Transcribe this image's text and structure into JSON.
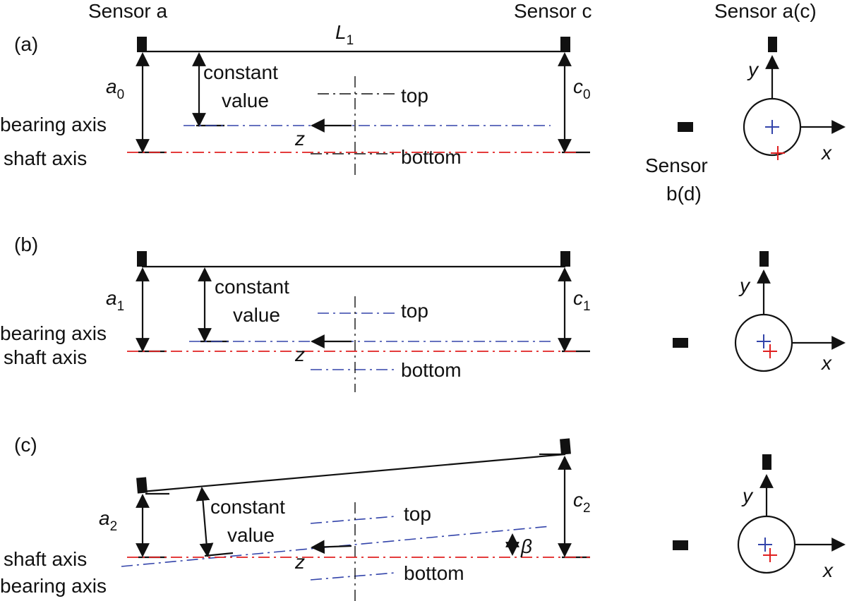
{
  "header": {
    "sensor_a": "Sensor a",
    "sensor_c": "Sensor c",
    "sensor_ac": "Sensor a(c)",
    "length_main": "L",
    "length_sub": "1"
  },
  "labels": {
    "constant_line1": "constant",
    "constant_line2": "value",
    "top": "top",
    "bottom": "bottom",
    "bearing_axis": "bearing axis",
    "shaft_axis": "shaft axis",
    "z": "z",
    "y": "y",
    "x": "x",
    "beta": "β",
    "sensor_bd_line1": "Sensor",
    "sensor_bd_line2": "b(d)"
  },
  "panels": [
    {
      "tag": "(a)",
      "a_main": "a",
      "a_sub": "0",
      "c_main": "c",
      "c_sub": "0"
    },
    {
      "tag": "(b)",
      "a_main": "a",
      "a_sub": "1",
      "c_main": "c",
      "c_sub": "1"
    },
    {
      "tag": "(c)",
      "a_main": "a",
      "a_sub": "2",
      "c_main": "c",
      "c_sub": "2"
    }
  ],
  "colors": {
    "bearing_axis": "#3344aa",
    "shaft_axis": "#e02020",
    "line": "#111111"
  }
}
